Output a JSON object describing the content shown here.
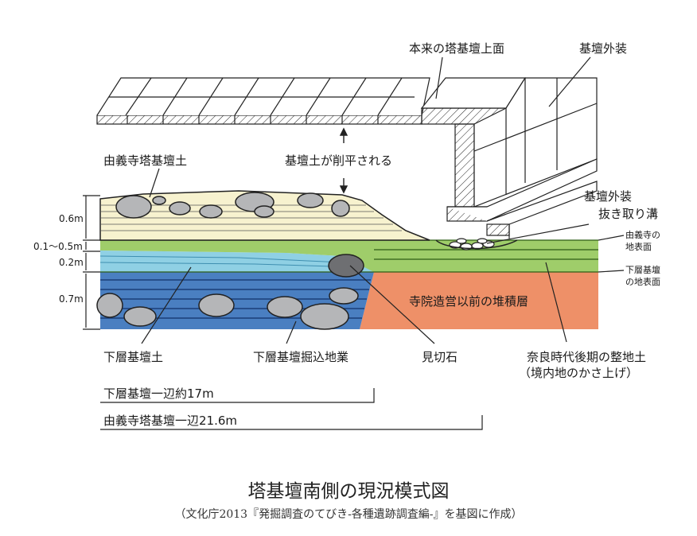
{
  "labels": {
    "original_top_surface": "本来の塔基壇上面",
    "podium_facing": "基壇外装",
    "yugiji_tower_podium_soil": "由義寺塔基壇土",
    "podium_soil_leveled": "基壇土が削平される",
    "facing_removal_trench_line1": "基壇外装",
    "facing_removal_trench_line2": "抜き取り溝",
    "yugiji_ground_surface_line1": "由義寺の",
    "yugiji_ground_surface_line2": "地表面",
    "lower_podium_ground_surface_line1": "下層基壇",
    "lower_podium_ground_surface_line2": "の地表面",
    "pre_temple_deposits": "寺院造営以前の堆積層",
    "lower_podium_soil": "下層基壇土",
    "lower_podium_excavation": "下層基壇掘込地業",
    "mikiri_stone": "見切石",
    "nara_late_leveling_line1": "奈良時代後期の整地土",
    "nara_late_leveling_line2": "（境内地のかさ上げ）"
  },
  "depths": {
    "upper": "0.6m",
    "middle": "0.1～0.5m",
    "thin": "0.2m",
    "lower": "0.7m"
  },
  "spans": {
    "lower_side": "下層基壇一辺約17m",
    "yugiji_side": "由義寺塔基壇一辺21.6m"
  },
  "title": "塔基壇南側の現況模式図",
  "source": "（文化庁2013『発掘調査のてびき-各種遺跡調査編-』を基図に作成）",
  "colors": {
    "podium_soil": "#f7f2cf",
    "green_layer": "#9fcd6a",
    "blue_light": "#8fd0e4",
    "blue_deep": "#4a7fc1",
    "orange_layer": "#ee9068",
    "stone": "#b5b6b8",
    "dark_stone": "#6e6f72"
  }
}
